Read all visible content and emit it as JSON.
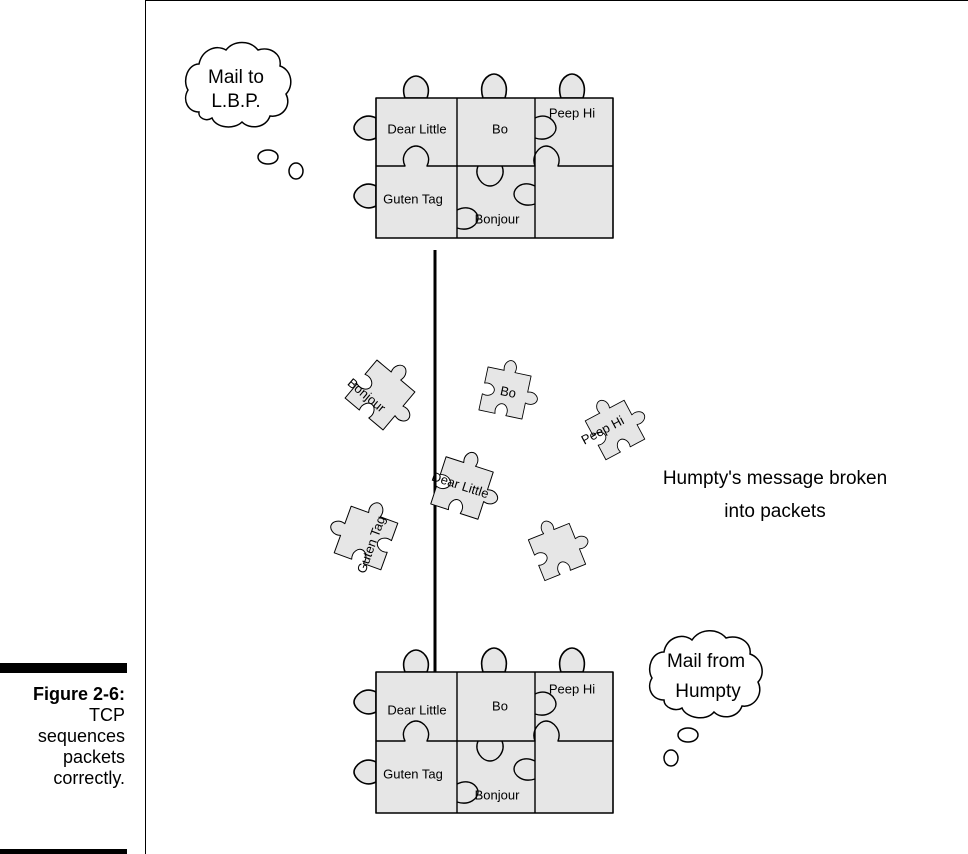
{
  "figure": {
    "number": "Figure 2-6:",
    "caption": "TCP sequences packets correctly."
  },
  "clouds": {
    "top": {
      "line1": "Mail to",
      "line2": "L.B.P."
    },
    "bottom": {
      "line1": "Mail from",
      "line2": "Humpty"
    }
  },
  "top_puzzle": {
    "pieces": [
      "Dear Little",
      "Bo",
      "Peep Hi",
      "Guten Tag",
      "Bonjour",
      ""
    ]
  },
  "bottom_puzzle": {
    "pieces": [
      "Dear Little",
      "Bo",
      "Peep Hi",
      "Guten Tag",
      "Bonjour",
      ""
    ]
  },
  "loose_pieces": [
    "Bonjour",
    "Bo",
    "Peep Hi",
    "Dear Little",
    "Guten Tag",
    ""
  ],
  "annotation": {
    "line1": "Humpty's message broken",
    "line2": "into packets"
  }
}
